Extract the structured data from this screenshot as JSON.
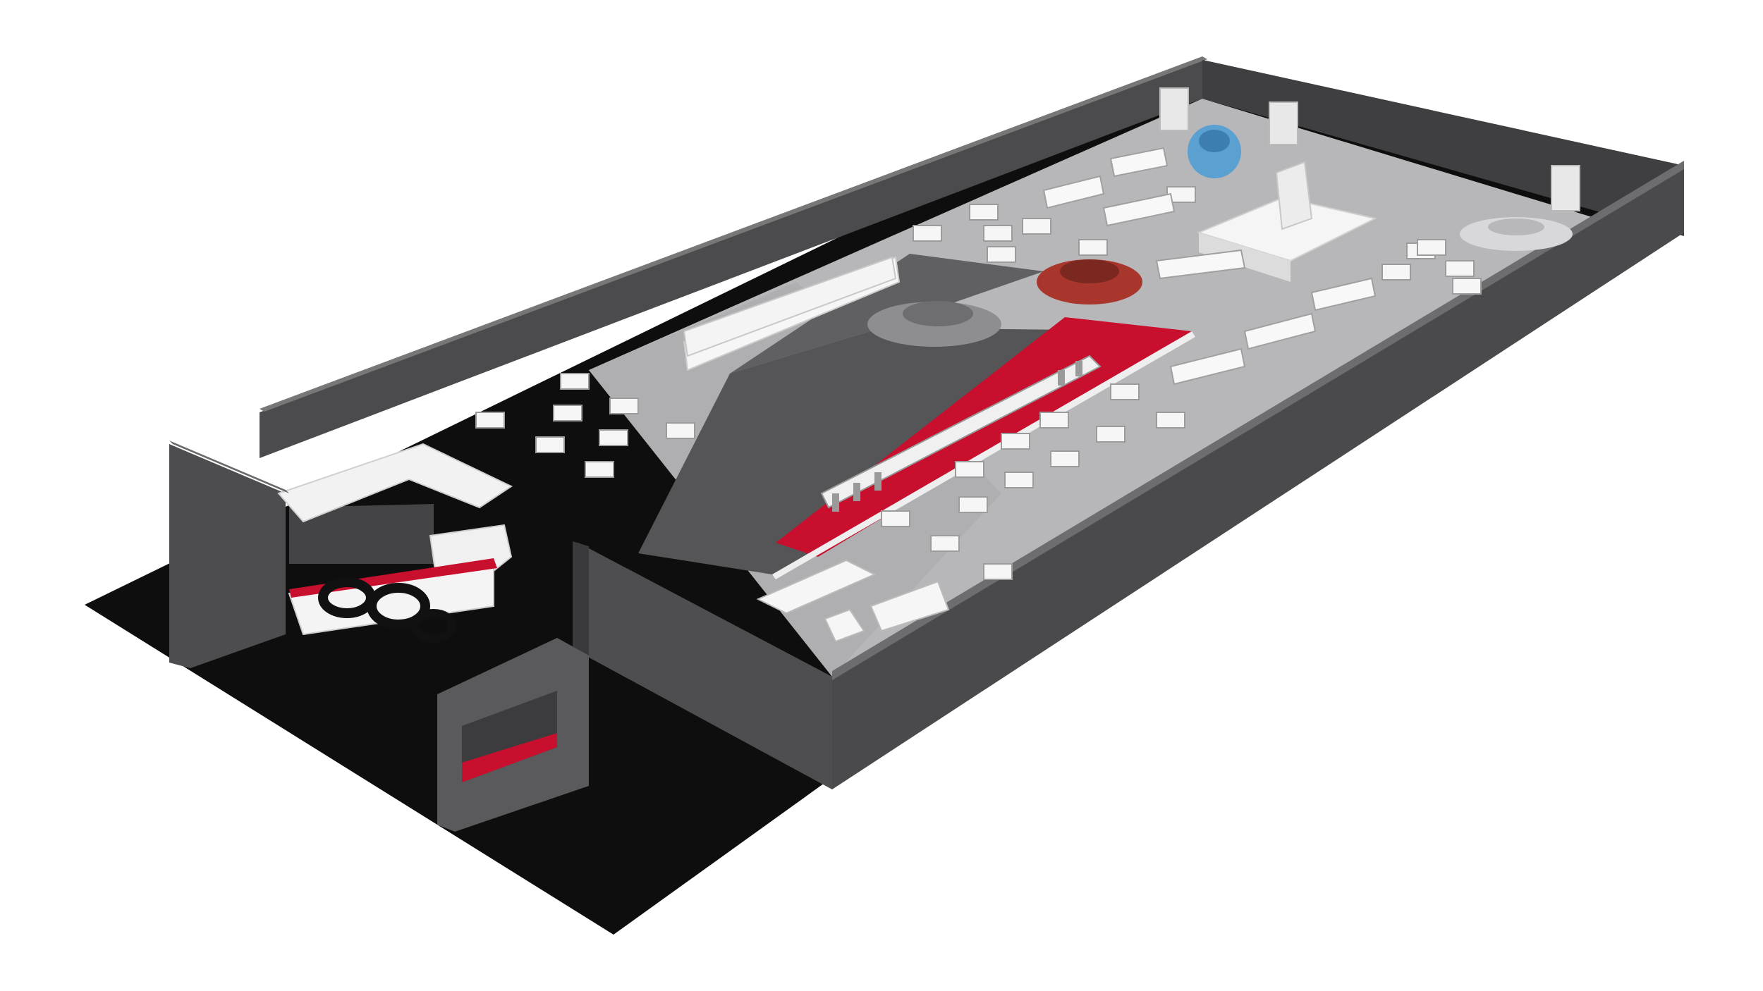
{
  "scene": {
    "kind": "3d-floor-plan-render",
    "colors": {
      "background": "#ffffff",
      "outer_wall": "#4a4a4c",
      "outer_wall_top": "#5a5a5c",
      "black_floor": "#101010",
      "grey_floor": "#b9b9bb",
      "ramp": "#555557",
      "accent_red": "#c8102e",
      "furniture": "#f4f4f4",
      "car_grey": "#8c8c90",
      "car_red": "#a8362c",
      "car_blue": "#5aa0d0",
      "car_white": "#d8d8dc"
    },
    "cars": [
      {
        "name": "grey-sports-car",
        "color": "car_grey"
      },
      {
        "name": "red-suv",
        "color": "car_red"
      },
      {
        "name": "blue-hatchback",
        "color": "car_blue"
      },
      {
        "name": "white-coupe",
        "color": "car_white"
      }
    ]
  }
}
